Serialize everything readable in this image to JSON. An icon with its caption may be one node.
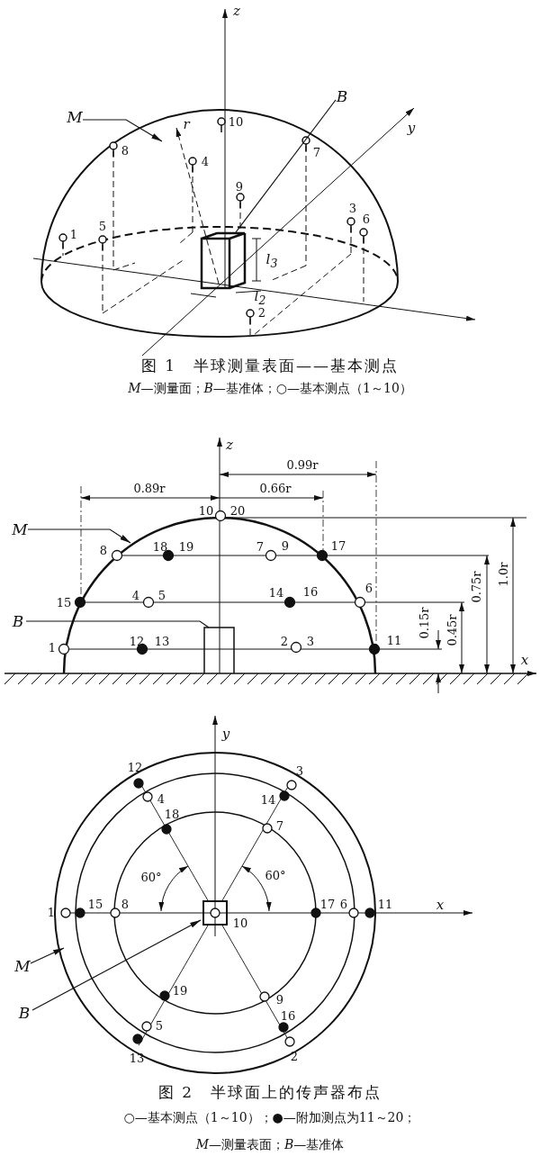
{
  "diagram": {
    "nodes": [
      {
        "text": [
          "M"
        ]
      },
      {
        "text": [
          "B"
        ]
      },
      {
        "text": [
          "M"
        ]
      },
      {
        "text": [
          "B"
        ]
      },
      {
        "text": [
          "M"
        ]
      },
      {
        "text": [
          "B"
        ]
      }
    ],
    "edges": [
      {
        "from": 0,
        "to": null,
        "arrow": "to"
      },
      {
        "from": 1,
        "to": null,
        "arrow": "none"
      },
      {
        "from": 2,
        "to": null,
        "arrow": "to"
      },
      {
        "from": 3,
        "to": null,
        "arrow": "none"
      },
      {
        "from": 4,
        "to": null,
        "arrow": "to"
      },
      {
        "from": 5,
        "to": null,
        "arrow": "to"
      }
    ],
    "labels": [
      "z",
      "r",
      "10",
      "y",
      "8",
      "7",
      "4",
      "9",
      "3",
      "6",
      "5",
      "1",
      "*l*$_{3}$",
      "*l*$_{2}$",
      "2",
      "图 1　半球测量表面——基本测点",
      "*M*—测量面；*B*—基准体；○—基本测点（1～10）",
      "z",
      "0.99r",
      "0.89r",
      "0.66r",
      "10",
      "20",
      "8",
      "18",
      "19",
      "7",
      "9",
      "17",
      "6",
      "0.75r",
      "1.0r",
      "4",
      "5",
      "14",
      "16",
      "15",
      "0.15r",
      "0.45r",
      "12",
      "13",
      "2",
      "3",
      "11",
      "1",
      "x",
      "y",
      "12",
      "3",
      "4",
      "14",
      "18",
      "7",
      "60°",
      "60°",
      "1",
      "15",
      "8",
      "17",
      "6",
      "11",
      "x",
      "10",
      "19",
      "9",
      "16",
      "5",
      "13",
      "2",
      "图 2　半球面上的传声器布点",
      "○—基本测点（1～10）；●—附加测点为11～20；",
      "*M*—测量表面；*B*—基准体"
    ]
  }
}
